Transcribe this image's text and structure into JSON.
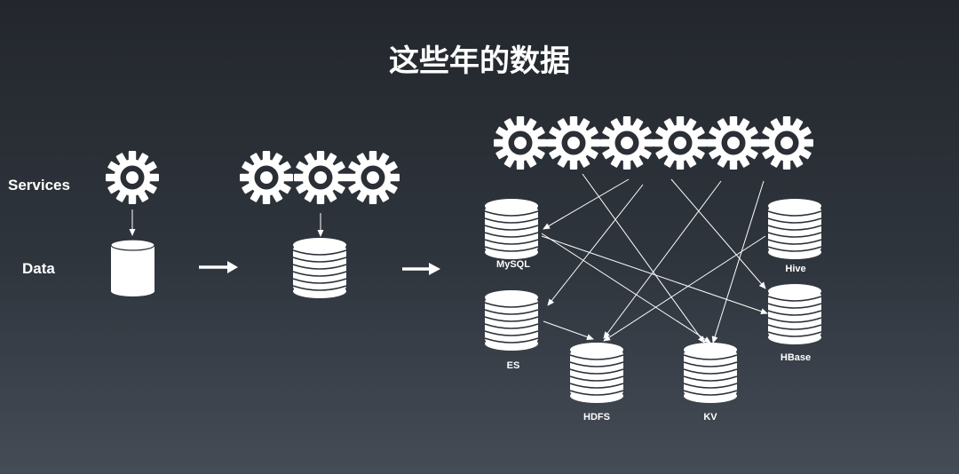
{
  "title": "这些年的数据",
  "row_labels": {
    "services": "Services",
    "data": "Data"
  },
  "databases": {
    "mysql": "MySQL",
    "hive": "Hive",
    "es": "ES",
    "hbase": "HBase",
    "hdfs": "HDFS",
    "kv": "KV"
  },
  "colors": {
    "foreground": "#ffffff",
    "background_top": "#23272d",
    "background_bottom": "#454c56"
  }
}
